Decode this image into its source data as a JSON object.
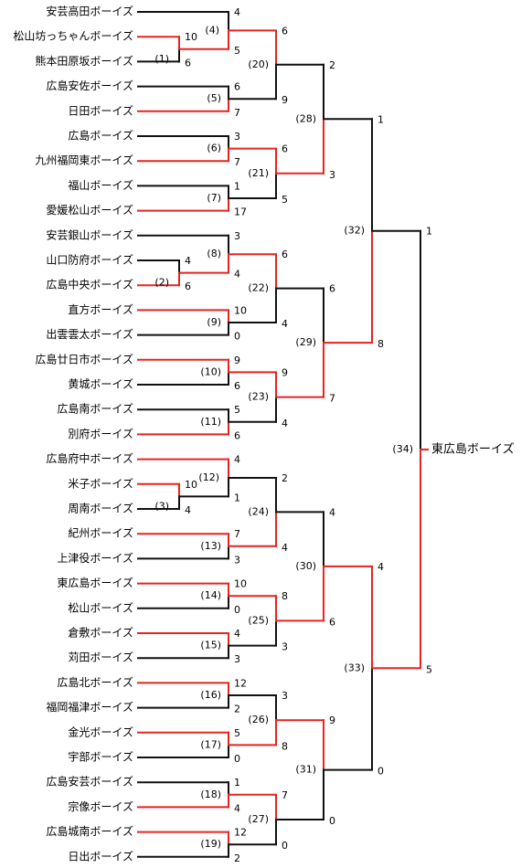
{
  "colors": {
    "winner": "#e8231f",
    "loser": "#111111"
  },
  "teams": [
    "安芸高田ボーイズ",
    "松山坊っちゃんボーイズ",
    "熊本田原坂ボーイズ",
    "広島安佐ボーイズ",
    "日田ボーイズ",
    "広島ボーイズ",
    "九州福岡東ボーイズ",
    "福山ボーイズ",
    "愛媛松山ボーイズ",
    "安芸銀山ボーイズ",
    "山口防府ボーイズ",
    "広島中央ボーイズ",
    "直方ボーイズ",
    "出雲雲太ボーイズ",
    "広島廿日市ボーイズ",
    "黄城ボーイズ",
    "広島南ボーイズ",
    "別府ボーイズ",
    "広島府中ボーイズ",
    "米子ボーイズ",
    "周南ボーイズ",
    "紀州ボーイズ",
    "上津役ボーイズ",
    "東広島ボーイズ",
    "松山ボーイズ",
    "倉敷ボーイズ",
    "苅田ボーイズ",
    "広島北ボーイズ",
    "福岡福津ボーイズ",
    "金光ボーイズ",
    "宇部ボーイズ",
    "広島安芸ボーイズ",
    "宗像ボーイズ",
    "広島城南ボーイズ",
    "日出ボーイズ"
  ],
  "matches": [
    {
      "id": "m1",
      "label": "(1)",
      "top": "t1",
      "bottom": "t2",
      "top_score": "10",
      "bottom_score": "6",
      "winner": "top"
    },
    {
      "id": "m2",
      "label": "(2)",
      "top": "t10",
      "bottom": "t11",
      "top_score": "4",
      "bottom_score": "6",
      "winner": "bottom"
    },
    {
      "id": "m3",
      "label": "(3)",
      "top": "t19",
      "bottom": "t20",
      "top_score": "10",
      "bottom_score": "4",
      "winner": "top"
    },
    {
      "id": "m4",
      "label": "(4)",
      "top": "t0",
      "bottom": "m1",
      "top_score": "4",
      "bottom_score": "5",
      "winner": "bottom"
    },
    {
      "id": "m5",
      "label": "(5)",
      "top": "t3",
      "bottom": "t4",
      "top_score": "6",
      "bottom_score": "7",
      "winner": "bottom"
    },
    {
      "id": "m6",
      "label": "(6)",
      "top": "t5",
      "bottom": "t6",
      "top_score": "3",
      "bottom_score": "7",
      "winner": "bottom"
    },
    {
      "id": "m7",
      "label": "(7)",
      "top": "t7",
      "bottom": "t8",
      "top_score": "1",
      "bottom_score": "17",
      "winner": "bottom"
    },
    {
      "id": "m8",
      "label": "(8)",
      "top": "t9",
      "bottom": "m2",
      "top_score": "3",
      "bottom_score": "4",
      "winner": "bottom"
    },
    {
      "id": "m9",
      "label": "(9)",
      "top": "t12",
      "bottom": "t13",
      "top_score": "10",
      "bottom_score": "0",
      "winner": "top"
    },
    {
      "id": "m10",
      "label": "(10)",
      "top": "t14",
      "bottom": "t15",
      "top_score": "9",
      "bottom_score": "6",
      "winner": "top"
    },
    {
      "id": "m11",
      "label": "(11)",
      "top": "t16",
      "bottom": "t17",
      "top_score": "5",
      "bottom_score": "6",
      "winner": "bottom"
    },
    {
      "id": "m12",
      "label": "(12)",
      "top": "t18",
      "bottom": "m3",
      "top_score": "4",
      "bottom_score": "1",
      "winner": "top"
    },
    {
      "id": "m13",
      "label": "(13)",
      "top": "t21",
      "bottom": "t22",
      "top_score": "7",
      "bottom_score": "3",
      "winner": "top"
    },
    {
      "id": "m14",
      "label": "(14)",
      "top": "t23",
      "bottom": "t24",
      "top_score": "10",
      "bottom_score": "0",
      "winner": "top"
    },
    {
      "id": "m15",
      "label": "(15)",
      "top": "t25",
      "bottom": "t26",
      "top_score": "4",
      "bottom_score": "3",
      "winner": "top"
    },
    {
      "id": "m16",
      "label": "(16)",
      "top": "t27",
      "bottom": "t28",
      "top_score": "12",
      "bottom_score": "2",
      "winner": "top"
    },
    {
      "id": "m17",
      "label": "(17)",
      "top": "t29",
      "bottom": "t30",
      "top_score": "5",
      "bottom_score": "0",
      "winner": "top"
    },
    {
      "id": "m18",
      "label": "(18)",
      "top": "t31",
      "bottom": "t32",
      "top_score": "1",
      "bottom_score": "4",
      "winner": "bottom"
    },
    {
      "id": "m19",
      "label": "(19)",
      "top": "t33",
      "bottom": "t34",
      "top_score": "12",
      "bottom_score": "2",
      "winner": "top"
    },
    {
      "id": "m20",
      "label": "(20)",
      "top": "m4",
      "bottom": "m5",
      "top_score": "6",
      "bottom_score": "9",
      "winner": "top"
    },
    {
      "id": "m21",
      "label": "(21)",
      "top": "m6",
      "bottom": "m7",
      "top_score": "6",
      "bottom_score": "5",
      "winner": "top"
    },
    {
      "id": "m22",
      "label": "(22)",
      "top": "m8",
      "bottom": "m9",
      "top_score": "6",
      "bottom_score": "4",
      "winner": "top"
    },
    {
      "id": "m23",
      "label": "(23)",
      "top": "m10",
      "bottom": "m11",
      "top_score": "9",
      "bottom_score": "4",
      "winner": "top"
    },
    {
      "id": "m24",
      "label": "(24)",
      "top": "m12",
      "bottom": "m13",
      "top_score": "2",
      "bottom_score": "4",
      "winner": "bottom"
    },
    {
      "id": "m25",
      "label": "(25)",
      "top": "m14",
      "bottom": "m15",
      "top_score": "8",
      "bottom_score": "3",
      "winner": "top"
    },
    {
      "id": "m26",
      "label": "(26)",
      "top": "m16",
      "bottom": "m17",
      "top_score": "3",
      "bottom_score": "8",
      "winner": "bottom"
    },
    {
      "id": "m27",
      "label": "(27)",
      "top": "m18",
      "bottom": "m19",
      "top_score": "7",
      "bottom_score": "0",
      "winner": "top"
    },
    {
      "id": "m28",
      "label": "(28)",
      "top": "m20",
      "bottom": "m21",
      "top_score": "2",
      "bottom_score": "3",
      "winner": "bottom"
    },
    {
      "id": "m29",
      "label": "(29)",
      "top": "m22",
      "bottom": "m23",
      "top_score": "6",
      "bottom_score": "7",
      "winner": "bottom"
    },
    {
      "id": "m30",
      "label": "(30)",
      "top": "m24",
      "bottom": "m25",
      "top_score": "4",
      "bottom_score": "6",
      "winner": "bottom"
    },
    {
      "id": "m31",
      "label": "(31)",
      "top": "m26",
      "bottom": "m27",
      "top_score": "9",
      "bottom_score": "0",
      "winner": "top"
    },
    {
      "id": "m32",
      "label": "(32)",
      "top": "m28",
      "bottom": "m29",
      "top_score": "1",
      "bottom_score": "8",
      "winner": "bottom"
    },
    {
      "id": "m33",
      "label": "(33)",
      "top": "m30",
      "bottom": "m31",
      "top_score": "4",
      "bottom_score": "0",
      "winner": "top"
    },
    {
      "id": "m34",
      "label": "(34)",
      "top": "m32",
      "bottom": "m33",
      "top_score": "1",
      "bottom_score": "5",
      "winner": "bottom"
    }
  ],
  "champion": "東広島ボーイズ"
}
